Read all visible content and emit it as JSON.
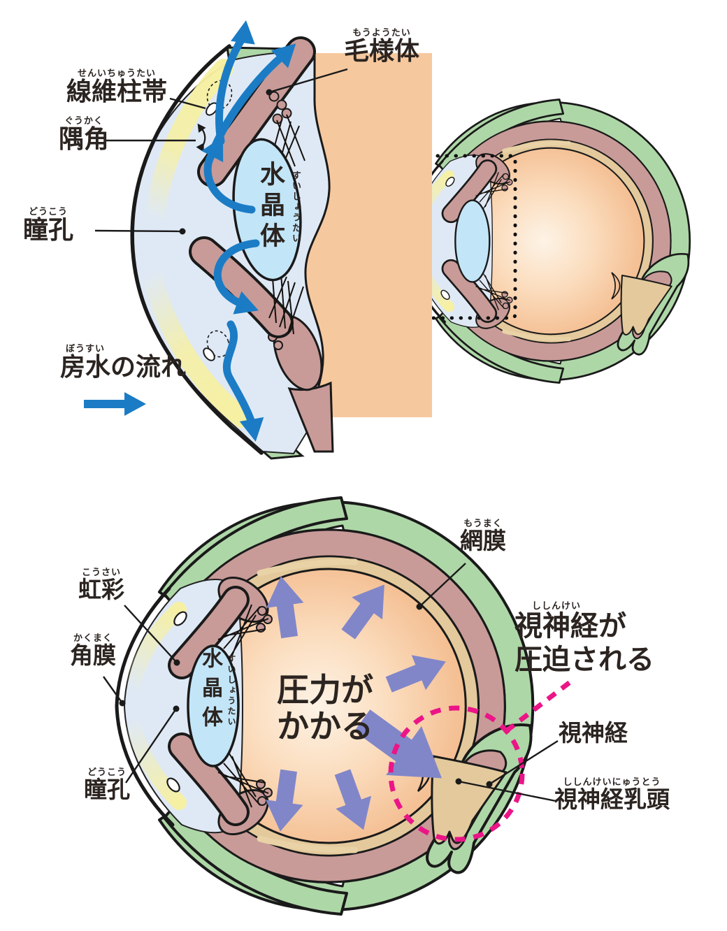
{
  "palette": {
    "sclera_green": "#AED7A7",
    "choroid_mauve": "#C89B98",
    "retina_tan": "#E3C99C",
    "vitreous_orange_edge": "#F4BF93",
    "vitreous_orange_center": "#FDF3E6",
    "aqueous_blue": "#DFE9F5",
    "lens_blue": "#C3E5F8",
    "limbus_yellow": "#F7F0A0",
    "flow_arrow_blue": "#1B7CC5",
    "pressure_arrow_purple": "#8186C9",
    "highlight_pink": "#EB1587",
    "zoom_arrow_orange": "#F3A875",
    "outline_black": "#1a1a1a"
  },
  "magnified_view": {
    "labels": {
      "ciliary_body": {
        "text": "毛様体",
        "ruby": "もうようたい"
      },
      "trabecular_meshwork": {
        "text": "線維柱帯",
        "ruby": "せんいちゅうたい"
      },
      "angle": {
        "text": "隅角",
        "ruby": "ぐうかく"
      },
      "pupil": {
        "text": "瞳孔",
        "ruby": "どうこう"
      },
      "lens": {
        "text": "水晶体",
        "ruby": "すいしょうたい"
      },
      "flow_legend": {
        "base": "房水",
        "ruby": "ぼうすい",
        "rest": "の流れ"
      }
    }
  },
  "pressure_view": {
    "labels": {
      "iris": {
        "text": "虹彩",
        "ruby": "こうさい"
      },
      "cornea": {
        "text": "角膜",
        "ruby": "かくまく"
      },
      "pupil": {
        "text": "瞳孔",
        "ruby": "どうこう"
      },
      "lens": {
        "text": "水晶体",
        "ruby": "すいしょうたい"
      },
      "retina": {
        "text": "網膜",
        "ruby": "もうまく"
      },
      "pressure_caption": {
        "line1": "圧力が",
        "line2": "かかる"
      },
      "compressed_heading": {
        "line1_base": "視神経",
        "line1_ruby": "ししんけい",
        "line1_rest": "が",
        "line2": "圧迫される"
      },
      "optic_nerve": {
        "text": "視神経"
      },
      "optic_disc": {
        "text": "視神経乳頭",
        "ruby": "ししんけいにゅうとう"
      }
    }
  }
}
